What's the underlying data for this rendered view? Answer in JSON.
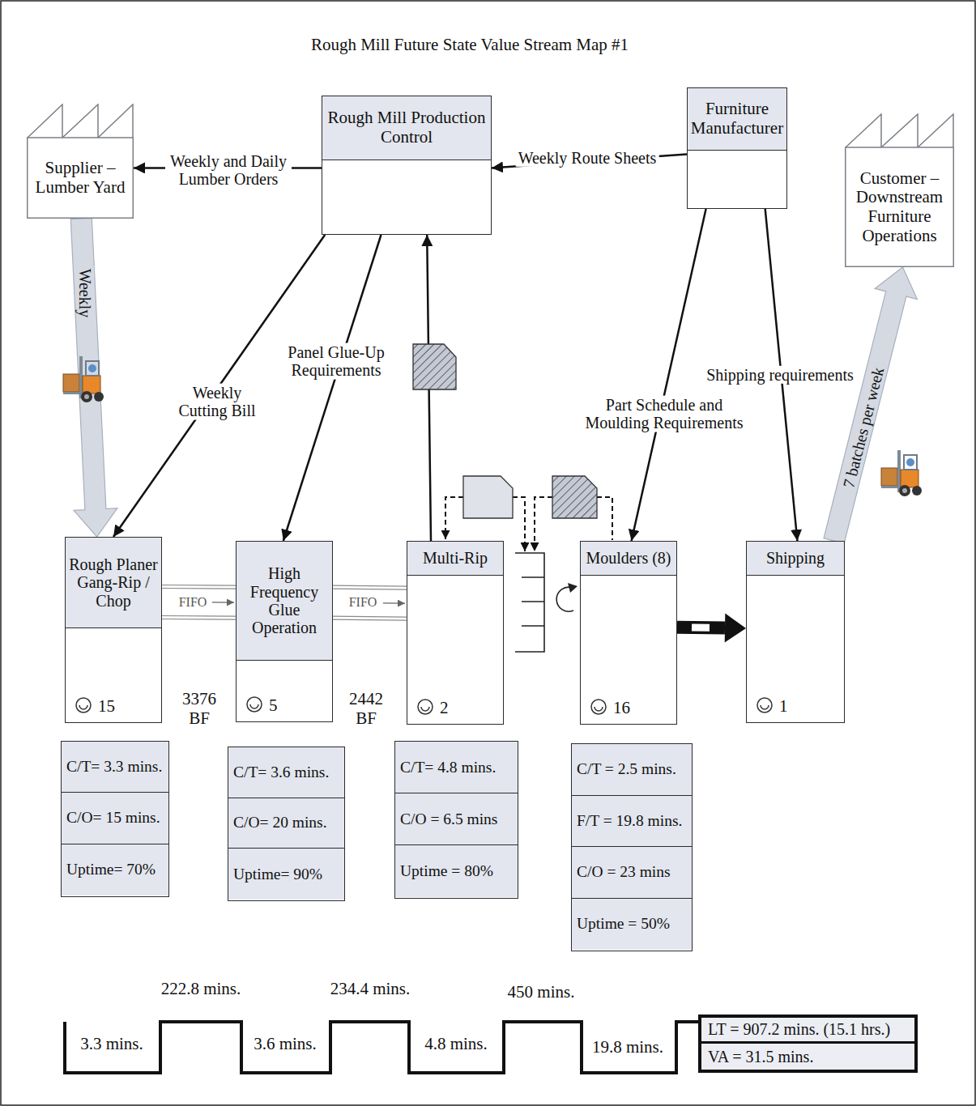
{
  "diagram": {
    "title": "Rough Mill Future State Value Stream Map #1",
    "nodes": [
      {
        "text": [
          "Supplier – Lumber Yard"
        ]
      },
      {
        "text": [
          "Rough Mill Production Control"
        ]
      },
      {
        "text": [
          "Furniture Manufacturer"
        ]
      },
      {
        "text": [
          "Customer – Downstream Furniture Operations"
        ]
      },
      {
        "text": [
          "Rough Planer Gang-Rip / Chop",
          "15"
        ]
      },
      {
        "text": [
          "High Frequency Glue Operation",
          "5"
        ]
      },
      {
        "text": [
          "Multi-Rip",
          "2"
        ]
      },
      {
        "text": [
          "Moulders (8)",
          "16"
        ]
      },
      {
        "text": [
          "Shipping",
          "1"
        ]
      },
      {
        "text": [
          "C/T= 3.3 mins.",
          "C/O= 15 mins.",
          "Uptime= 70%"
        ]
      },
      {
        "text": [
          "C/T= 3.6 mins.",
          "C/O= 20 mins.",
          "Uptime= 90%"
        ]
      },
      {
        "text": [
          "C/T= 4.8 mins.",
          "C/O = 6.5 mins",
          "Uptime = 80%"
        ]
      },
      {
        "text": [
          "C/T = 2.5 mins.",
          "F/T = 19.8 mins.",
          "C/O = 23 mins",
          "Uptime = 50%"
        ]
      },
      {
        "text": [
          "LT = 907.2 mins. (15.1 hrs.)",
          "VA = 31.5 mins."
        ]
      }
    ],
    "edges": [
      {
        "from": 1,
        "to": 0,
        "label": "Weekly and Daily Lumber Orders",
        "arrow": "to"
      },
      {
        "from": 2,
        "to": 1,
        "label": "Weekly Route Sheets",
        "arrow": "to"
      },
      {
        "from": 0,
        "to": 4,
        "label": "Weekly",
        "arrow": "to"
      },
      {
        "from": 1,
        "to": 4,
        "label": "Weekly Cutting Bill",
        "arrow": "to"
      },
      {
        "from": 1,
        "to": 5,
        "label": "Panel Glue-Up Requirements",
        "arrow": "to"
      },
      {
        "from": 6,
        "to": 1,
        "arrow": "to"
      },
      {
        "from": 2,
        "to": 7,
        "label": "Part Schedule and Moulding Requirements",
        "arrow": "to"
      },
      {
        "from": 2,
        "to": 8,
        "label": "Shipping requirements",
        "arrow": "to"
      },
      {
        "from": 8,
        "to": 3,
        "label": "7 batches per week",
        "arrow": "to"
      },
      {
        "from": 4,
        "to": 5,
        "label": "FIFO",
        "arrow": "to"
      },
      {
        "from": 5,
        "to": 6,
        "label": "FIFO",
        "arrow": "to"
      },
      {
        "from": 7,
        "to": 8,
        "arrow": "to"
      }
    ],
    "labels": [
      "3376 BF",
      "2442 BF",
      "222.8 mins.",
      "234.4 mins.",
      "450 mins.",
      "3.3 mins.",
      "3.6 mins.",
      "4.8 mins.",
      "19.8 mins."
    ]
  }
}
